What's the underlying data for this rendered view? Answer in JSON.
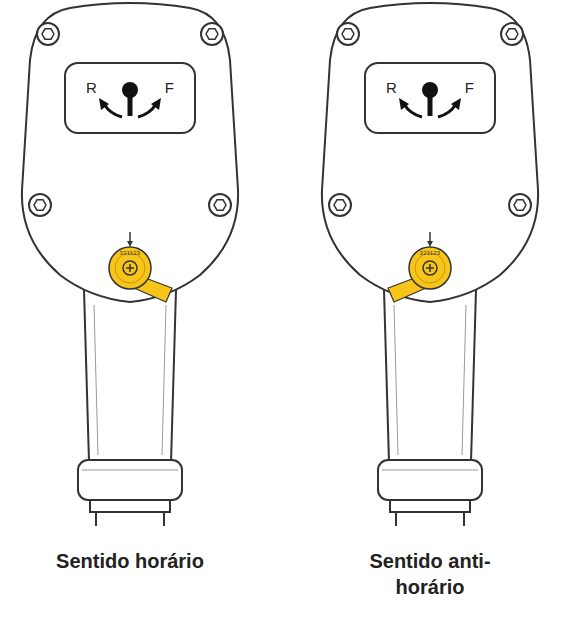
{
  "diagram": {
    "nodes": [
      {
        "text": [
          "R",
          "F"
        ]
      },
      {
        "text": [
          "R",
          "F"
        ]
      }
    ],
    "labels": [
      "321123",
      "321123",
      "Sentido horário",
      "Sentido anti-horário"
    ]
  }
}
